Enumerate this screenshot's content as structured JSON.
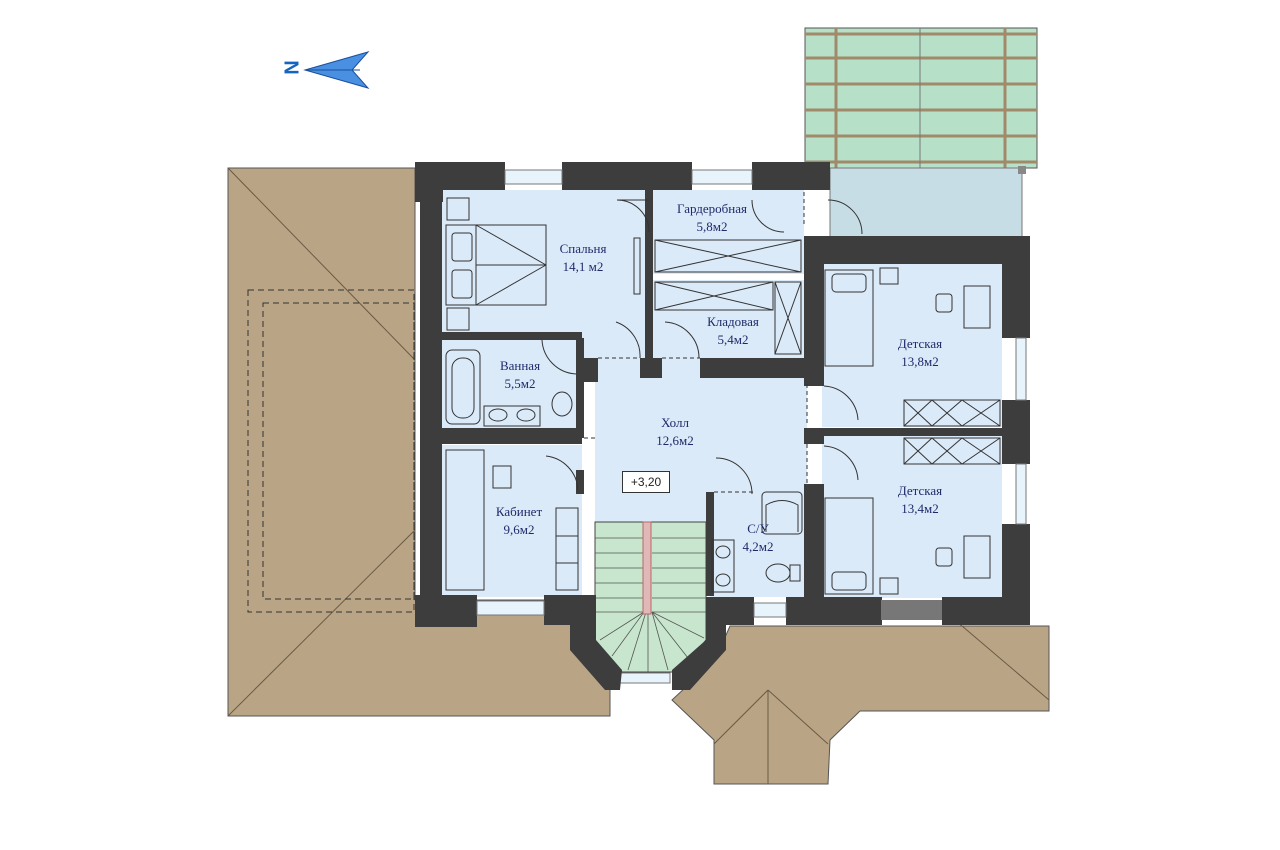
{
  "north": {
    "letter": "N",
    "icon": "north-arrow-icon"
  },
  "elevation_mark": "+3,20",
  "rooms": [
    {
      "id": "bedroom",
      "name": "Спальня",
      "area": "14,1 м2"
    },
    {
      "id": "wardrobe",
      "name": "Гардеробная",
      "area": "5,8м2"
    },
    {
      "id": "pantry",
      "name": "Кладовая",
      "area": "5,4м2"
    },
    {
      "id": "bathroom",
      "name": "Ванная",
      "area": "5,5м2"
    },
    {
      "id": "hall",
      "name": "Холл",
      "area": "12,6м2"
    },
    {
      "id": "study",
      "name": "Кабинет",
      "area": "9,6м2"
    },
    {
      "id": "wc",
      "name": "С/У",
      "area": "4,2м2"
    },
    {
      "id": "kids1",
      "name": "Детская",
      "area": "13,8м2"
    },
    {
      "id": "kids2",
      "name": "Детская",
      "area": "13,4м2"
    }
  ],
  "colors": {
    "wall": "#3d3d3d",
    "room_fill": "#dbeaf8",
    "roof": "#b9a586",
    "terrace": "#c7dde6",
    "pergola": "#b6e0c8",
    "stair": "#c7e6cd",
    "window": "#e8f4fc"
  }
}
